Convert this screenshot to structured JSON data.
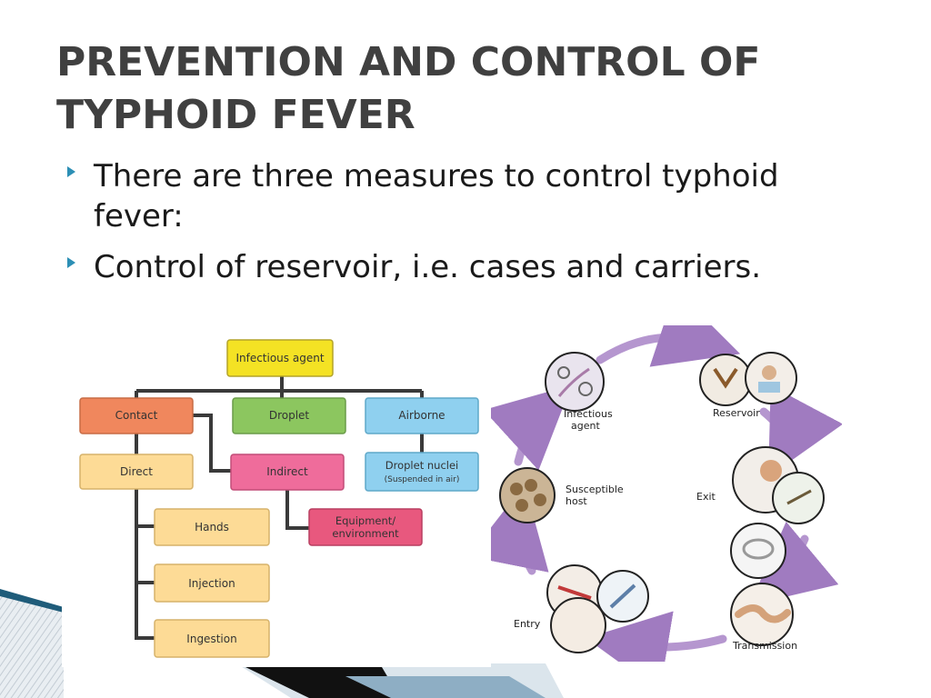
{
  "slide": {
    "title": "PREVENTION AND CONTROL OF TYPHOID FEVER",
    "bullets": [
      "There are three measures to control typhoid fever:",
      "Control of reservoir, i.e. cases and carriers."
    ]
  },
  "flowchart": {
    "root": "Infectious agent",
    "contact": "Contact",
    "droplet": "Droplet",
    "airborne": "Airborne",
    "direct": "Direct",
    "indirect": "Indirect",
    "droplet_nuclei": "Droplet nuclei",
    "droplet_nuclei_note": "(Suspended in air)",
    "equipment": "Equipment/",
    "environment": "environment",
    "hands": "Hands",
    "injection": "Injection",
    "ingestion": "Ingestion"
  },
  "chain": {
    "infectious_agent_1": "Infectious",
    "infectious_agent_2": "agent",
    "reservoir": "Reservoir",
    "exit": "Exit",
    "susceptible_host_1": "Susceptible",
    "susceptible_host_2": "host",
    "entry": "Entry",
    "transmission": "Transmission"
  },
  "colors": {
    "title": "#404040",
    "bullet_marker": "#2c8fb5",
    "root_box": "#f4e224",
    "contact_box": "#f0875d",
    "droplet_box": "#8cc65f",
    "airborne_box": "#8fd0ef",
    "direct_box": "#fddb96",
    "indirect_box": "#ef6c9b",
    "equipment_box": "#e8587e",
    "arrow": "#a07bc0"
  }
}
